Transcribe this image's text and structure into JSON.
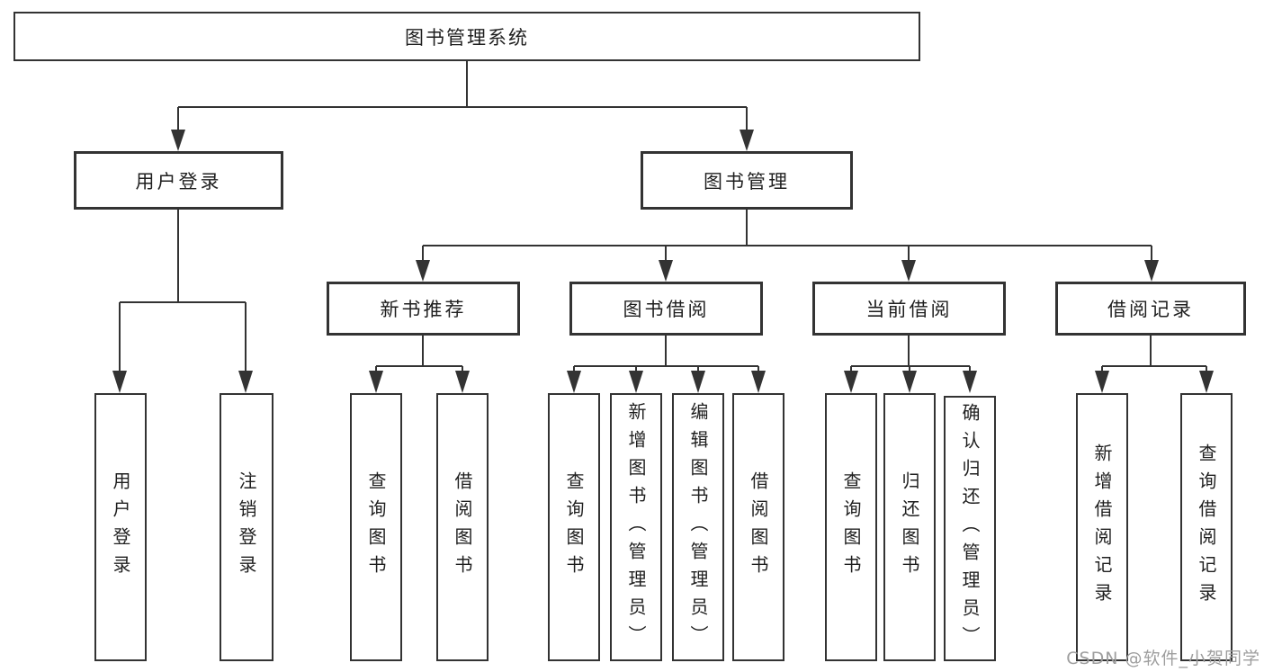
{
  "colors": {
    "line": "#333333",
    "box_border": "#333333",
    "text": "#1f1f1f",
    "watermark": "#9e9e9e",
    "background": "#ffffff"
  },
  "watermark": "CSDN @软件_小贺同学",
  "tree": {
    "label": "图书管理系统",
    "children": [
      {
        "label": "用户登录",
        "children": [
          {
            "label": "用户登录"
          },
          {
            "label": "注销登录"
          }
        ]
      },
      {
        "label": "图书管理",
        "children": [
          {
            "label": "新书推荐",
            "children": [
              {
                "label": "查询图书"
              },
              {
                "label": "借阅图书"
              }
            ]
          },
          {
            "label": "图书借阅",
            "children": [
              {
                "label": "查询图书"
              },
              {
                "label": "新增图书（管理员）"
              },
              {
                "label": "编辑图书（管理员）"
              },
              {
                "label": "借阅图书"
              }
            ]
          },
          {
            "label": "当前借阅",
            "children": [
              {
                "label": "查询图书"
              },
              {
                "label": "归还图书"
              },
              {
                "label": "确认归还（管理员）"
              }
            ]
          },
          {
            "label": "借阅记录",
            "children": [
              {
                "label": "新增借阅记录"
              },
              {
                "label": "查询借阅记录"
              }
            ]
          }
        ]
      }
    ]
  }
}
